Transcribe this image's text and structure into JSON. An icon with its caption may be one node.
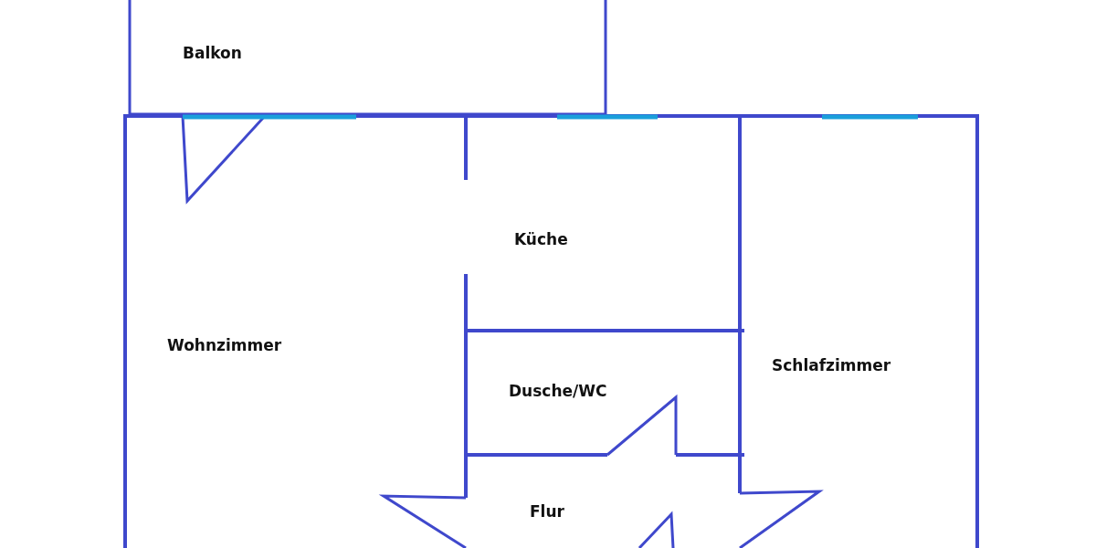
{
  "diagram": {
    "nodes": [
      {
        "text": [
          "Balkon"
        ]
      },
      {
        "text": [
          "Küche"
        ]
      },
      {
        "text": [
          "Wohnzimmer"
        ]
      },
      {
        "text": [
          "Schlafzimmer"
        ]
      },
      {
        "text": [
          "Dusche/WC"
        ]
      },
      {
        "text": [
          "Flur"
        ]
      }
    ]
  }
}
